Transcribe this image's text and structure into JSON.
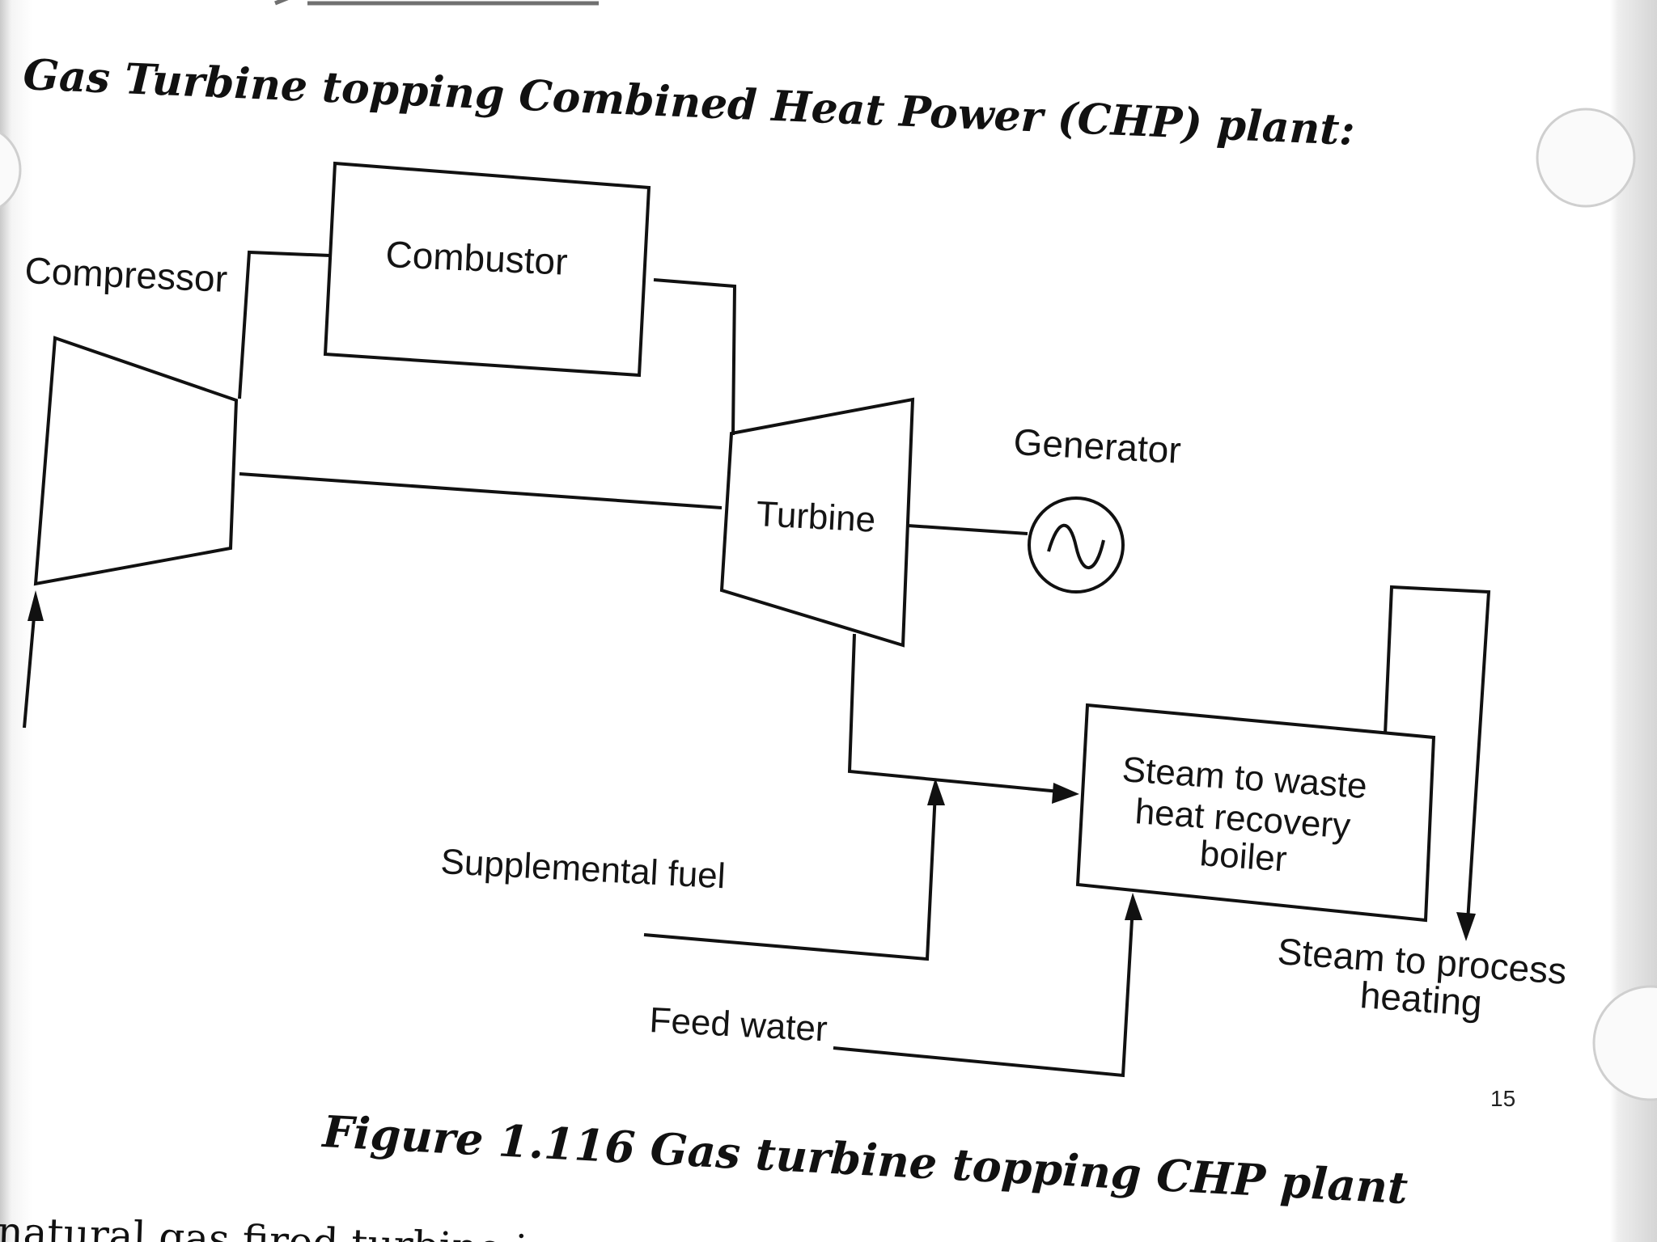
{
  "diagram": {
    "title": "Gas Turbine topping Combined Heat Power (CHP) plant:",
    "caption": "Figure 1.116 Gas turbine topping CHP plant",
    "labels": {
      "compressor": "Compressor",
      "combustor": "Combustor",
      "turbine": "Turbine",
      "generator": "Generator",
      "supplemental_fuel": "Supplemental fuel",
      "feed_water": "Feed water",
      "boiler_line1": "Steam to waste",
      "boiler_line2": "heat recovery",
      "boiler_line3": "boiler",
      "process_line1": "Steam to process",
      "process_line2": "heating"
    },
    "bottom_text": "natural gas fired turbine is"
  },
  "slide": {
    "page_number": "15"
  }
}
